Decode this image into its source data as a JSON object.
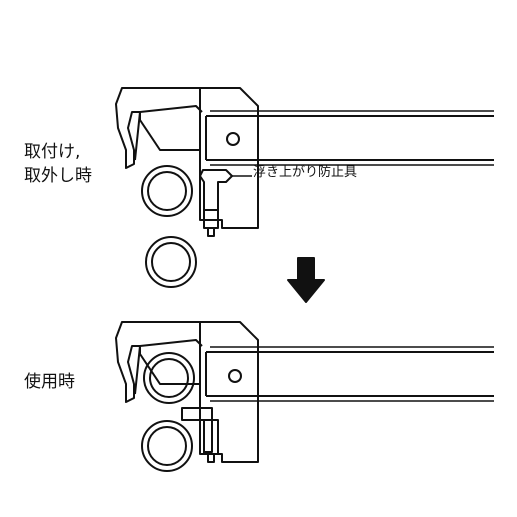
{
  "labels": {
    "top_line1": "取付け,",
    "top_line2": "取外し時",
    "bottom": "使用時",
    "callout": "浮き上がり防止具"
  },
  "colors": {
    "stroke": "#111111",
    "background": "#ffffff"
  },
  "icons": {
    "arrow": "down-arrow-icon"
  }
}
